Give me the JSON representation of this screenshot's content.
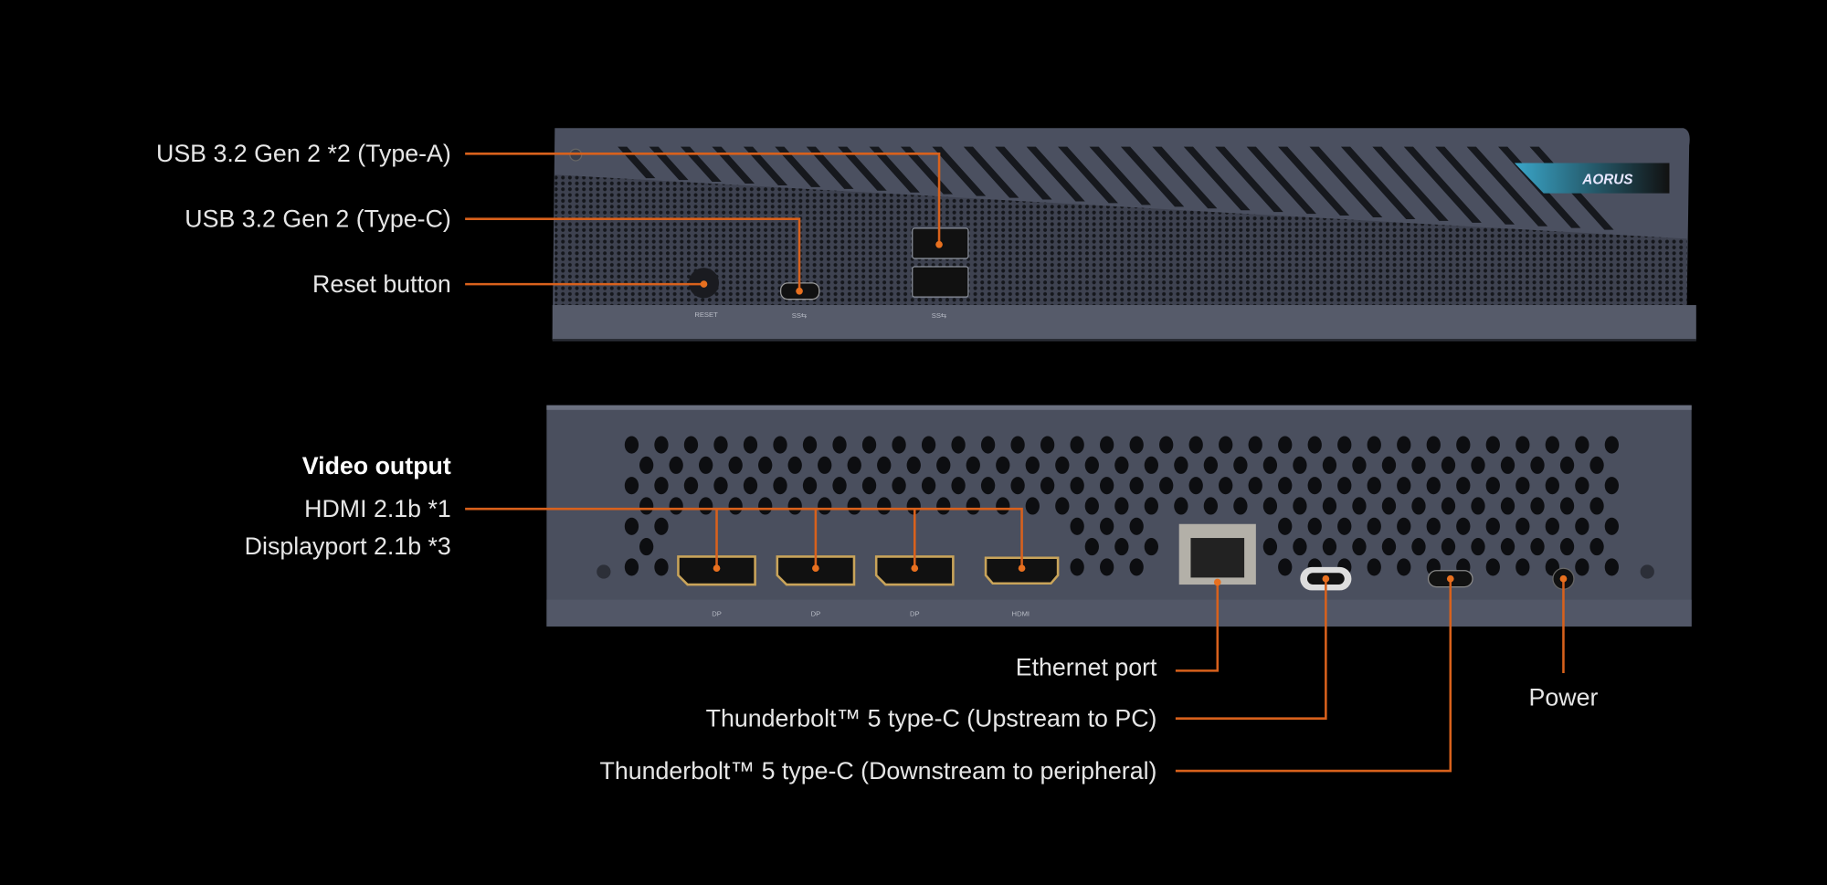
{
  "colors": {
    "background": "#000000",
    "callout": "#d8611c",
    "chassis": "#4b5060"
  },
  "front_panel": {
    "brand": "AORUS",
    "callouts": [
      {
        "id": "usb-a",
        "label": "USB 3.2 Gen 2 *2 (Type-A)"
      },
      {
        "id": "usb-c",
        "label": "USB 3.2 Gen 2 (Type-C)"
      },
      {
        "id": "reset",
        "label": "Reset button"
      }
    ],
    "port_marks": {
      "reset": "RESET",
      "usb_c": "SS⇆",
      "usb_a": "SS⇆"
    }
  },
  "rear_panel": {
    "video_heading": "Video output",
    "video_lines": [
      "HDMI 2.1b *1",
      "Displayport 2.1b *3"
    ],
    "port_marks": [
      "DP",
      "DP",
      "DP",
      "HDMI"
    ],
    "callouts": [
      {
        "id": "ethernet",
        "label": "Ethernet port"
      },
      {
        "id": "tb-up",
        "label": "Thunderbolt™ 5 type-C (Upstream to PC)"
      },
      {
        "id": "tb-down",
        "label": "Thunderbolt™ 5 type-C (Downstream to peripheral)"
      },
      {
        "id": "power",
        "label": "Power"
      }
    ]
  }
}
